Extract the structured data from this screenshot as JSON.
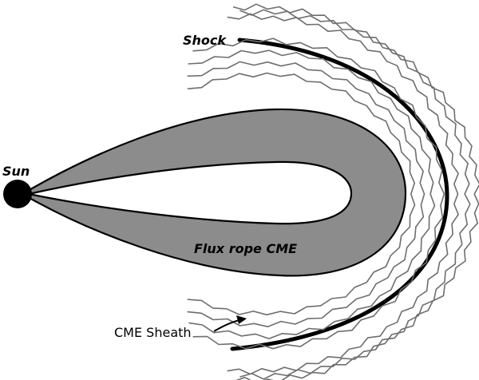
{
  "labels": {
    "shock": "Shock",
    "sun": "Sun",
    "flux_rope": "Flux rope CME",
    "sheath": "CME Sheath"
  },
  "colors": {
    "background": "#ffffff",
    "flux_rope_fill": "#8c8c8c",
    "sun_fill": "#000000",
    "shock_stroke": "#000000",
    "wave_stroke": "#6e6e6e"
  }
}
